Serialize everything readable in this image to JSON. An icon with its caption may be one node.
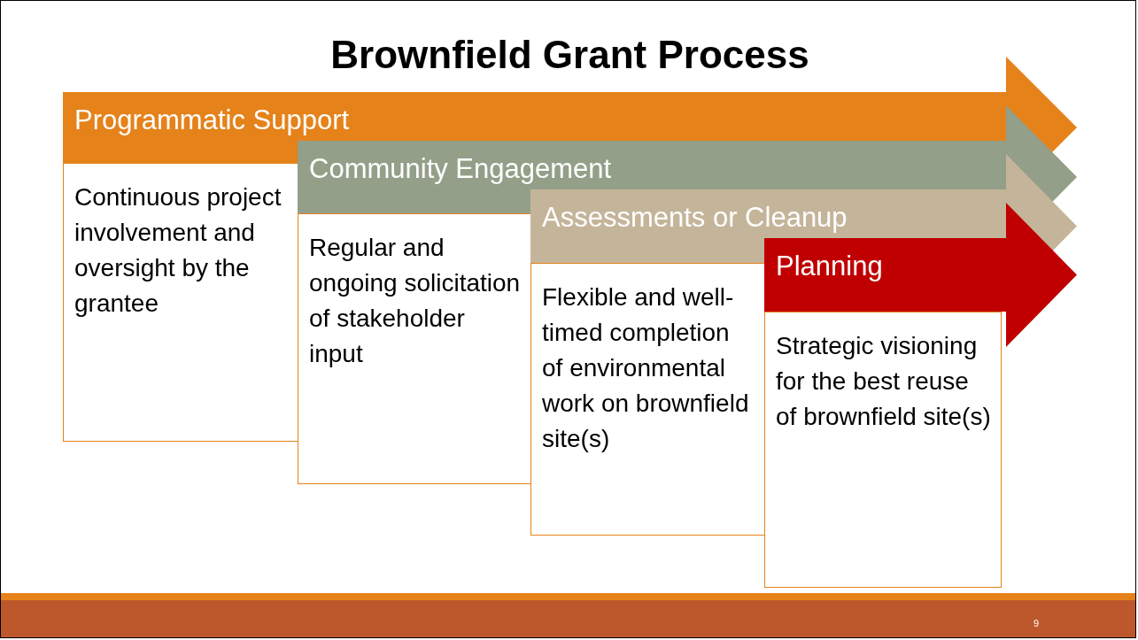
{
  "diagram": {
    "title": "Brownfield Grant Process",
    "nodes": [
      {
        "text": [
          "Programmatic Support"
        ]
      },
      {
        "text": [
          "Continuous project involvement and oversight by the grantee"
        ]
      },
      {
        "text": [
          "Community Engagement"
        ]
      },
      {
        "text": [
          "Regular and ongoing solicitation of stakeholder input"
        ]
      },
      {
        "text": [
          "Assessments or Cleanup"
        ]
      },
      {
        "text": [
          "Flexible and well-timed completion of environmental work on brownfield site(s)"
        ]
      },
      {
        "text": [
          "Planning"
        ]
      },
      {
        "text": [
          "Strategic visioning for the best reuse of brownfield site(s)"
        ]
      }
    ],
    "labels": [
      "9"
    ]
  }
}
